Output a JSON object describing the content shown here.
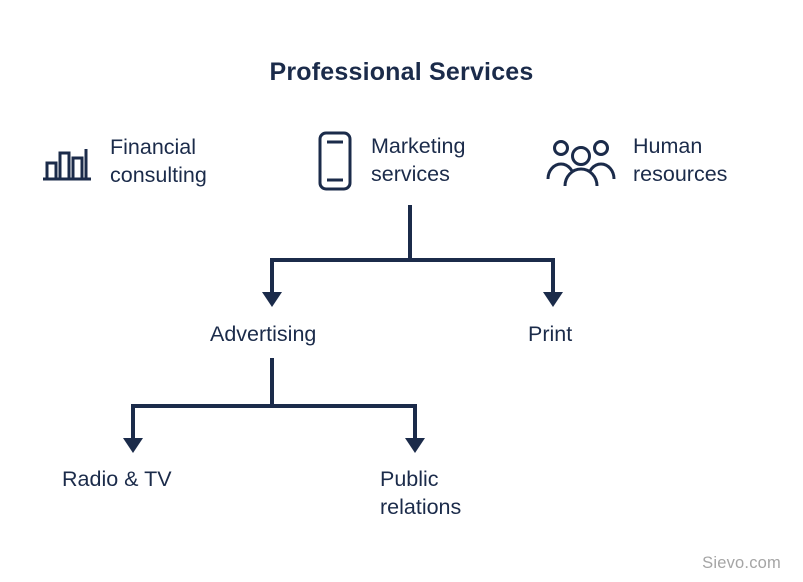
{
  "title": "Professional Services",
  "categories": [
    {
      "label": "Financial consulting",
      "icon": "bar-chart-icon"
    },
    {
      "label": "Marketing services",
      "icon": "mobile-phone-icon"
    },
    {
      "label": "Human resources",
      "icon": "people-icon"
    }
  ],
  "nodes": {
    "advertising": "Advertising",
    "print": "Print",
    "radio_tv": "Radio & TV",
    "public_relations": "Public relations"
  },
  "hierarchy": {
    "root": "Marketing services",
    "children": [
      {
        "label": "Advertising",
        "children": [
          "Radio & TV",
          "Public relations"
        ]
      },
      {
        "label": "Print",
        "children": []
      }
    ]
  },
  "watermark": "Sievo.com",
  "colors": {
    "primary": "#1b2b4a",
    "watermark": "#a5a5a5",
    "background": "#ffffff"
  }
}
